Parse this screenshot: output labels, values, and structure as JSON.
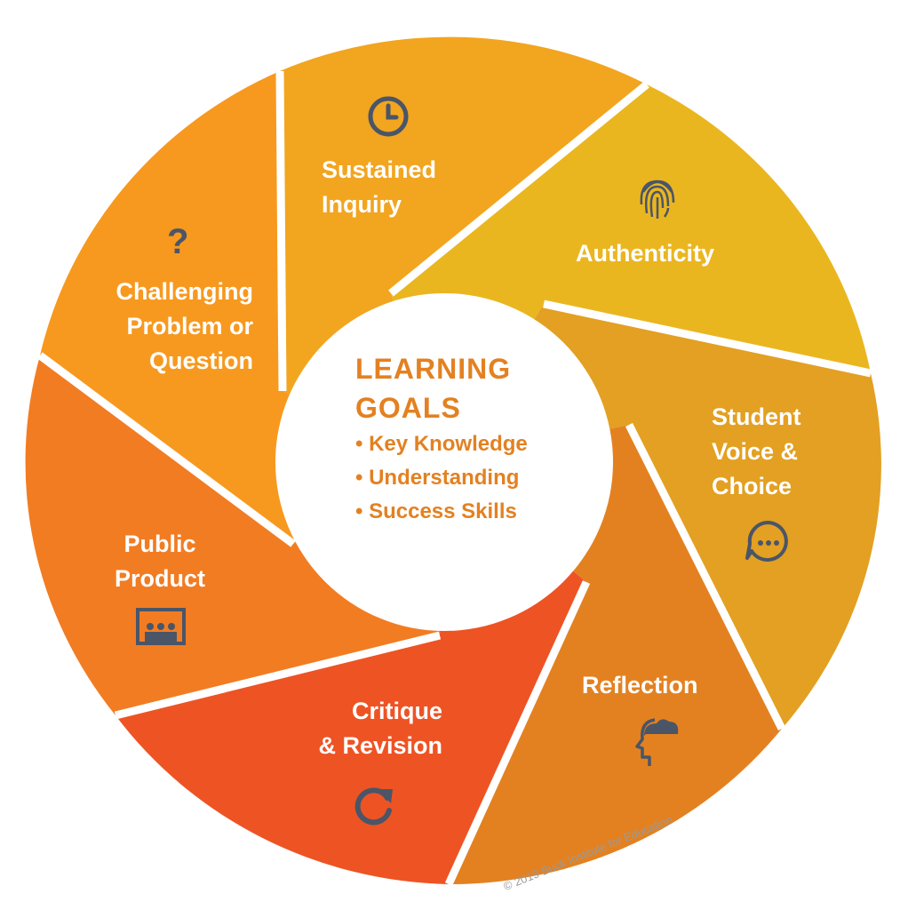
{
  "segments": [
    {
      "id": "sustained-inquiry",
      "lines": [
        "Sustained",
        "Inquiry"
      ],
      "icon": "clock-icon",
      "color": "#F2A51F"
    },
    {
      "id": "authenticity",
      "lines": [
        "Authenticity"
      ],
      "icon": "fingerprint-icon",
      "color": "#EAB620"
    },
    {
      "id": "student-voice-choice",
      "lines": [
        "Student",
        "Voice &",
        "Choice"
      ],
      "icon": "chat-bubble-icon",
      "color": "#E3A022"
    },
    {
      "id": "reflection",
      "lines": [
        "Reflection"
      ],
      "icon": "head-cloud-icon",
      "color": "#E38121"
    },
    {
      "id": "critique-revision",
      "lines": [
        "Critique",
        "& Revision"
      ],
      "icon": "refresh-icon",
      "color": "#EE5324"
    },
    {
      "id": "public-product",
      "lines": [
        "Public",
        "Product"
      ],
      "icon": "presentation-icon",
      "color": "#F27C22"
    },
    {
      "id": "challenging-problem",
      "lines": [
        "Challenging",
        "Problem or",
        "Question"
      ],
      "icon": "question-mark-icon",
      "color": "#F7991F"
    }
  ],
  "center": {
    "title_lines": [
      "LEARNING",
      "GOALS"
    ],
    "goals": [
      "Key Knowledge",
      "Understanding",
      "Success Skills"
    ],
    "color": "#E38121"
  },
  "icon_color": "#4A5568",
  "copyright": "© 2019 Buck Institute for Education"
}
